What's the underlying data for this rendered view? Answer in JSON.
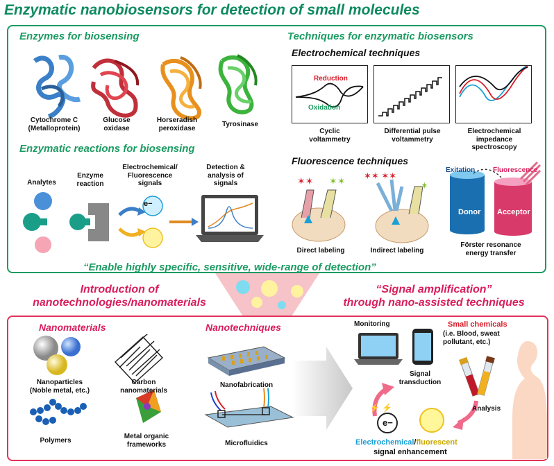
{
  "title": "Enzymatic nanobiosensors for detection of small molecules",
  "top": {
    "enzymes_heading": "Enzymes for biosensing",
    "enzymes": [
      {
        "label": "Cytochrome C\n(Metalloprotein)",
        "color": "#3a7fc8"
      },
      {
        "label": "Glucose\noxidase",
        "color": "#c0303a"
      },
      {
        "label": "Horseradish\nperoxidase",
        "color": "#e8901e"
      },
      {
        "label": "Tyrosinase",
        "color": "#3cb33c"
      }
    ],
    "reactions_heading": "Enzymatic reactions for biosensing",
    "steps": [
      "Analytes",
      "Enzyme\nreaction",
      "Electrochemical/\nFluorescence\nsignals",
      "Detection &\nanalysis of\nsignals"
    ],
    "electron_symbol": "e−",
    "techniques_heading": "Techniques for enzymatic biosensors",
    "electrochemical_heading": "Electrochemical techniques",
    "cv_reduction": "Reduction",
    "cv_oxidation": "Oxidation",
    "electro_labels": [
      "Cyclic\nvoltammetry",
      "Differential pulse\nvoltammetry",
      "Electrochemical\nimpedance\nspectroscopy"
    ],
    "fluorescence_heading": "Fluorescence techniques",
    "fluoro_labels": [
      "Direct labeling",
      "Indirect labeling",
      "Förster resonance\nenergy transfer"
    ],
    "excitation": "Exitation",
    "fluorescence": "Fluorescence",
    "donor": "Donor",
    "acceptor": "Acceptor",
    "quote": "“Enable highly specific, sensitive, wide-range of detection”"
  },
  "middle": {
    "left": "Introduction of\nnanotechnologies/nanomaterials",
    "right": "“Signal amplification”\nthrough nano-assisted techniques"
  },
  "bottom": {
    "nanomaterials_heading": "Nanomaterials",
    "nanomaterials": [
      "Nanoparticles\n(Noble metal, etc.)",
      "Carbon\nnanomaterials",
      "Polymers",
      "Metal organic\nframeworks"
    ],
    "nanotechniques_heading": "Nanotechniques",
    "nanotechniques": [
      "Nanofabrication",
      "Microfluidics"
    ],
    "monitoring": "Monitoring",
    "signal_transduction": "Signal\ntransduction",
    "small_chemicals": "Small chemicals",
    "small_chemicals_detail": "(i.e. Blood, sweat\npollutant, etc.)",
    "analysis": "Analysis",
    "electron_symbol": "e−",
    "enh_electrochemical": "Electrochemical",
    "enh_slash": "/",
    "enh_fluorescent": "fluorescent",
    "enh_suffix": "signal enhancement"
  },
  "colors": {
    "green": "#1c9b62",
    "red": "#d81e5b",
    "blue": "#1a9fd6",
    "yellow": "#c9a800"
  }
}
